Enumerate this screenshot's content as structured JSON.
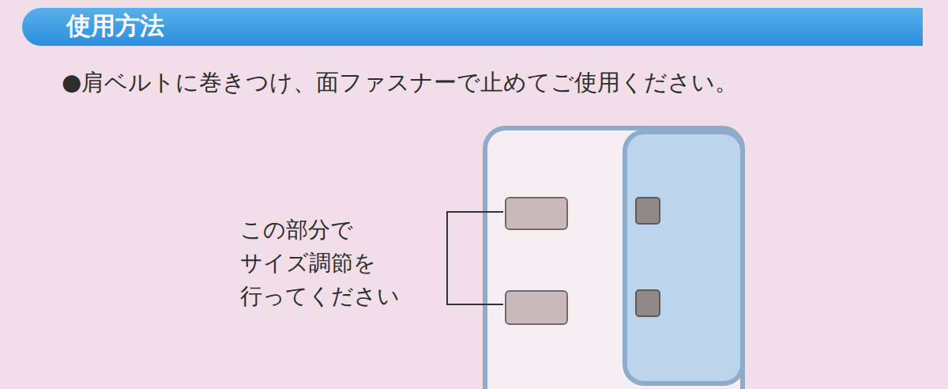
{
  "diagram": {
    "title": "使用方法",
    "labels": [
      "●肩ベルトに巻きつけ、面ファスナーで止めてご使用ください。",
      "この部分で サイズ調節を 行ってください"
    ]
  }
}
